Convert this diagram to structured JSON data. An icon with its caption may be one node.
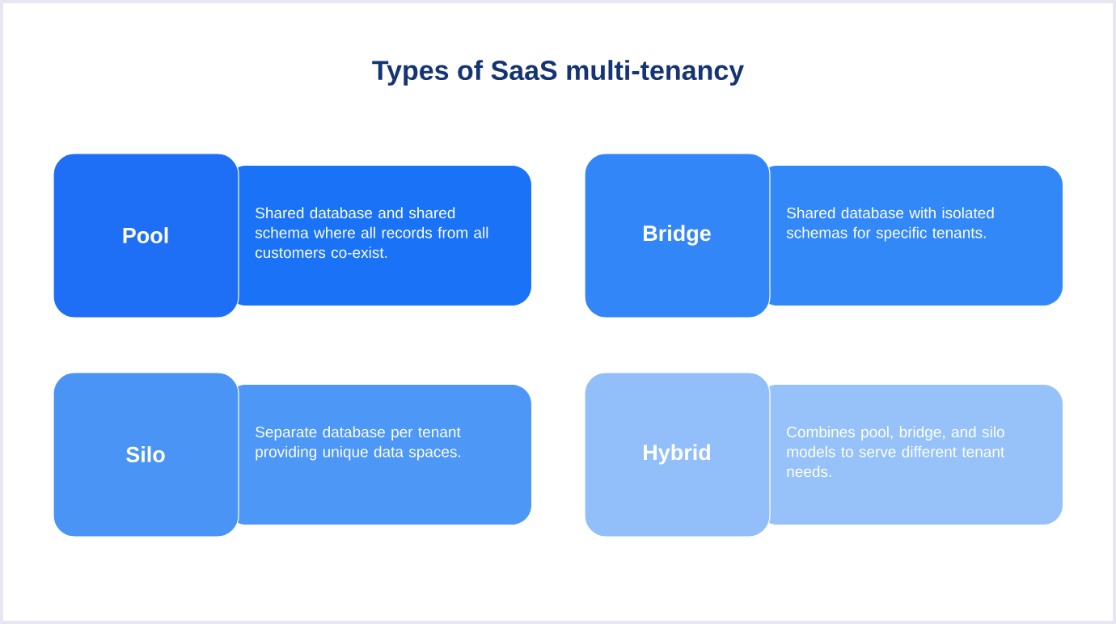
{
  "diagram": {
    "title": "Types of SaaS multi-tenancy",
    "nodes": [
      {
        "text": [
          "Pool"
        ]
      },
      {
        "text": [
          "Shared database and shared schema where all records from all customers co-exist."
        ]
      },
      {
        "text": [
          "Bridge"
        ]
      },
      {
        "text": [
          "Shared database with isolated schemas for specific tenants."
        ]
      },
      {
        "text": [
          "Silo"
        ]
      },
      {
        "text": [
          "Separate database per tenant providing unique data spaces."
        ]
      },
      {
        "text": [
          "Hybrid"
        ]
      },
      {
        "text": [
          "Combines pool, bridge, and silo models to serve different tenant needs."
        ]
      }
    ]
  }
}
